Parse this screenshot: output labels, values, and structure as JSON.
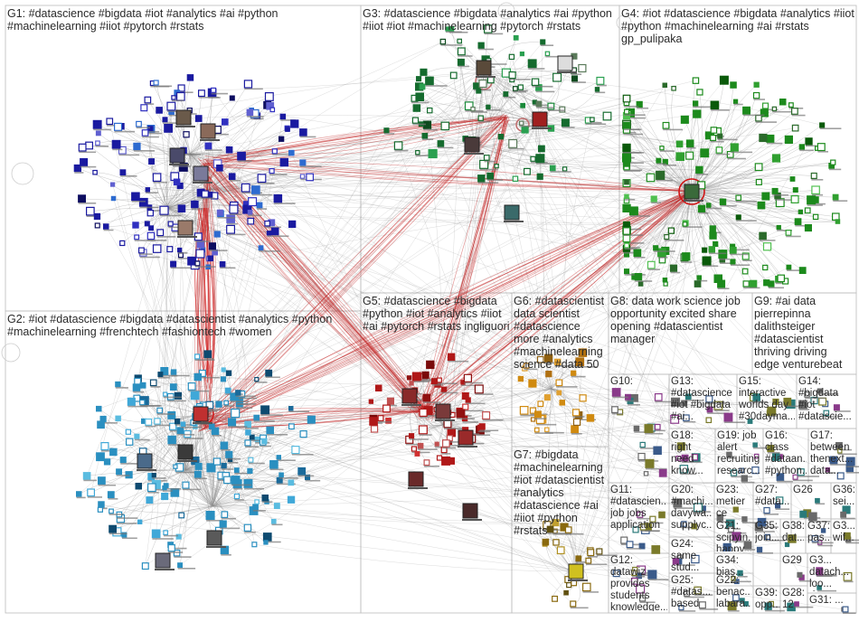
{
  "groups": [
    {
      "id": "G1",
      "label": "G1: #datascience #bigdata #iot #analytics #ai #python #machinelearning #iiot #pytorch #rstats",
      "color": "#1a1aa0"
    },
    {
      "id": "G3",
      "label": "G3: #datascience #bigdata #analytics #ai #python #iiot #iot #machinelearning #pytorch #rstats",
      "color": "#156b2e"
    },
    {
      "id": "G4",
      "label": "G4: #iot #datascience #bigdata #analytics #iiot #python #machinelearning #ai #rstats gp_pulipaka",
      "color": "#1c8a1c"
    },
    {
      "id": "G2",
      "label": "G2: #iot #datascience #bigdata #datascientist #analytics #python #machinelearning #frenchtech #fashiontech #women",
      "color": "#2a8fc0"
    },
    {
      "id": "G5",
      "label": "G5: #datascience #bigdata #python #iot #analytics #iiot #ai #pytorch #rstats ingliguori",
      "color": "#b01818"
    },
    {
      "id": "G6",
      "label": "G6: #datascientist data scientist #datascience more #analytics #machinelearning science #data 50",
      "color": "#d08a10"
    },
    {
      "id": "G8",
      "label": "G8: data work science job opportunity excited share opening #datascientist manager",
      "color": "#555555"
    },
    {
      "id": "G9",
      "label": "G9: #ai data pierrepinna dalithsteiger #datascientist thriving driving edge venturebeat",
      "color": "#555555"
    },
    {
      "id": "G10",
      "label": "G10:",
      "color": "#555555"
    },
    {
      "id": "G13",
      "label": "G13: #datascience #iot #bigdata #ai...",
      "color": "#555555"
    },
    {
      "id": "G15",
      "label": "G15: interactive worlds day #30dayma...",
      "color": "#555555"
    },
    {
      "id": "G14",
      "label": "G14: #bigdata #iot #datascie...",
      "color": "#555555"
    },
    {
      "id": "G18",
      "label": "G18: right need know...",
      "color": "#555555"
    },
    {
      "id": "G19",
      "label": "G19: job alert recruiting researc...",
      "color": "#555555"
    },
    {
      "id": "G16",
      "label": "G16: class #dataan... #python...",
      "color": "#555555"
    },
    {
      "id": "G17",
      "label": "G17: between thenext... data...",
      "color": "#555555"
    },
    {
      "id": "G7",
      "label": "G7: #bigdata #machinelearning #iot #datascientist #analytics #datascience #ai #iiot #python #rstats",
      "color": "#8a6a10"
    },
    {
      "id": "G11",
      "label": "G11: #datascien... job jobs application",
      "color": "#555555"
    },
    {
      "id": "G20",
      "label": "G20: #machi... davywa... supplyc...",
      "color": "#555555"
    },
    {
      "id": "G23",
      "label": "G23: metier ce",
      "color": "#555555"
    },
    {
      "id": "G27",
      "label": "G27: #data...",
      "color": "#555555"
    },
    {
      "id": "G26",
      "label": "G26",
      "color": "#555555"
    },
    {
      "id": "G36",
      "label": "G36: sei...",
      "color": "#555555"
    },
    {
      "id": "G21",
      "label": "G21: scipyin... happy...",
      "color": "#555555"
    },
    {
      "id": "G35",
      "label": "G35: join...",
      "color": "#555555"
    },
    {
      "id": "G38",
      "label": "G38: dat...",
      "color": "#555555"
    },
    {
      "id": "G37",
      "label": "G37: pas...",
      "color": "#555555"
    },
    {
      "id": "G32",
      "label": "G3... wif...",
      "color": "#555555"
    },
    {
      "id": "G24",
      "label": "G24: same stud...",
      "color": "#555555"
    },
    {
      "id": "G12",
      "label": "G12: datawiz provides students knowledge...",
      "color": "#555555"
    },
    {
      "id": "G34",
      "label": "G34: bias...",
      "color": "#555555"
    },
    {
      "id": "G29",
      "label": "G29",
      "color": "#555555"
    },
    {
      "id": "G33",
      "label": "G3... datach... loo... de...",
      "color": "#555555"
    },
    {
      "id": "G25",
      "label": "G25: #datas... based",
      "color": "#555555"
    },
    {
      "id": "G22",
      "label": "G22: benac... labara...",
      "color": "#555555"
    },
    {
      "id": "G39",
      "label": "G39: opp...",
      "color": "#555555"
    },
    {
      "id": "G28",
      "label": "G28: 12",
      "color": "#555555"
    },
    {
      "id": "G31",
      "label": "G31: ...",
      "color": "#555555"
    }
  ],
  "hub_labels": {
    "g4_hub": "gp_pulipaka"
  }
}
